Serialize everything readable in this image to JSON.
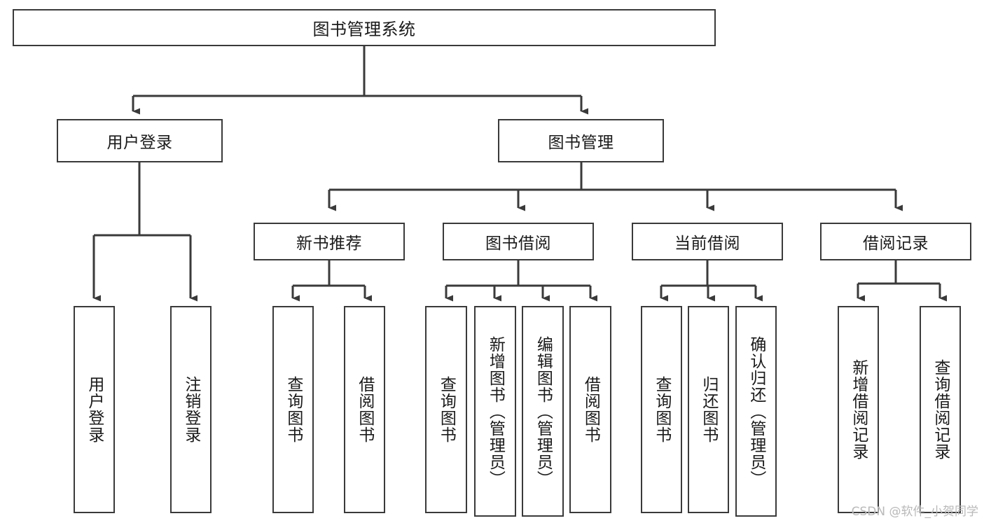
{
  "diagram": {
    "title": "图书管理系统",
    "type": "tree-hierarchy-chart",
    "orientation": "top-down",
    "watermark": "CSDN @软件_小贺同学",
    "colors": {
      "box_border": "#3a3a3a",
      "box_fill": "#ffffff",
      "edge": "#3a3a3a",
      "text": "#1a1a1a",
      "watermark": "#b9b9b9",
      "background": "#ffffff"
    },
    "root": {
      "id": "root",
      "label": "图书管理系统",
      "text_direction": "horizontal"
    },
    "level1": [
      {
        "id": "user-login",
        "label": "用户登录",
        "text_direction": "horizontal"
      },
      {
        "id": "book-management",
        "label": "图书管理",
        "text_direction": "horizontal"
      }
    ],
    "level2": [
      {
        "id": "new-book-recommend",
        "label": "新书推荐",
        "parent": "book-management",
        "text_direction": "horizontal"
      },
      {
        "id": "book-borrow",
        "label": "图书借阅",
        "parent": "book-management",
        "text_direction": "horizontal"
      },
      {
        "id": "current-borrow",
        "label": "当前借阅",
        "parent": "book-management",
        "text_direction": "horizontal"
      },
      {
        "id": "borrow-record",
        "label": "借阅记录",
        "parent": "book-management",
        "text_direction": "horizontal"
      }
    ],
    "leaves": [
      {
        "id": "leaf-user-login",
        "label": "用户登录",
        "parent": "user-login",
        "text_direction": "vertical"
      },
      {
        "id": "leaf-logout",
        "label": "注销登录",
        "parent": "user-login",
        "text_direction": "vertical"
      },
      {
        "id": "leaf-query-book-rec",
        "label": "查询图书",
        "parent": "new-book-recommend",
        "text_direction": "vertical"
      },
      {
        "id": "leaf-borrow-book-rec",
        "label": "借阅图书",
        "parent": "new-book-recommend",
        "text_direction": "vertical"
      },
      {
        "id": "leaf-query-book-borrow",
        "label": "查询图书",
        "parent": "book-borrow",
        "text_direction": "vertical"
      },
      {
        "id": "leaf-add-book",
        "label": "新增图书（管理员）",
        "parent": "book-borrow",
        "text_direction": "vertical"
      },
      {
        "id": "leaf-edit-book",
        "label": "编辑图书（管理员）",
        "parent": "book-borrow",
        "text_direction": "vertical"
      },
      {
        "id": "leaf-borrow-book",
        "label": "借阅图书",
        "parent": "book-borrow",
        "text_direction": "vertical"
      },
      {
        "id": "leaf-query-book-current",
        "label": "查询图书",
        "parent": "current-borrow",
        "text_direction": "vertical"
      },
      {
        "id": "leaf-return-book",
        "label": "归还图书",
        "parent": "current-borrow",
        "text_direction": "vertical"
      },
      {
        "id": "leaf-confirm-return",
        "label": "确认归还（管理员）",
        "parent": "current-borrow",
        "text_direction": "vertical"
      },
      {
        "id": "leaf-add-record",
        "label": "新增借阅记录",
        "parent": "borrow-record",
        "text_direction": "vertical"
      },
      {
        "id": "leaf-query-record",
        "label": "查询借阅记录",
        "parent": "borrow-record",
        "text_direction": "vertical"
      }
    ]
  }
}
